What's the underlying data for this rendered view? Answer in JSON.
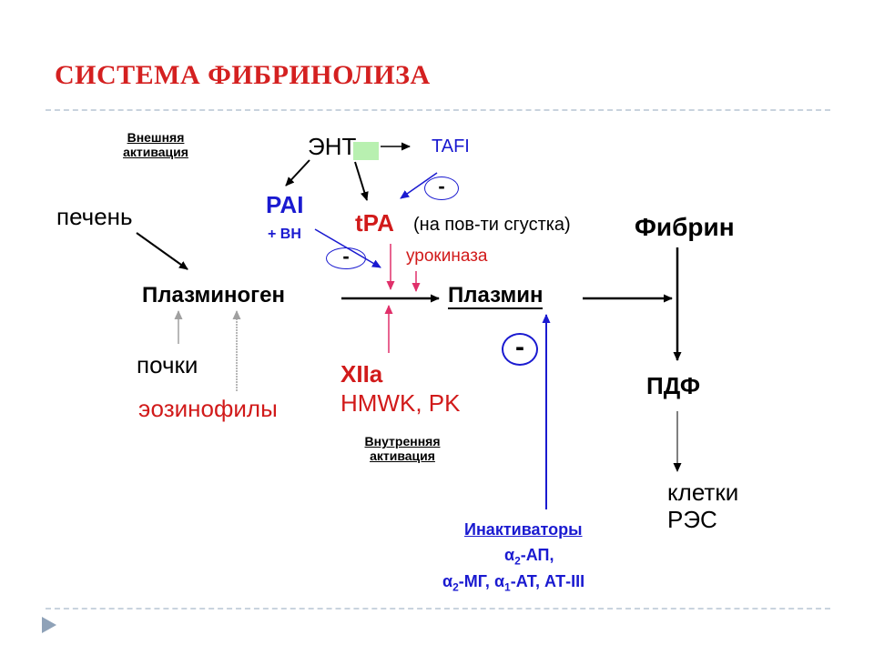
{
  "title": "СИСТЕМА ФИБРИНОЛИЗА",
  "nodes": {
    "ext_activation": [
      "Внешняя",
      "активация"
    ],
    "ent": "ЭНТ",
    "tafi": "TAFI",
    "pai": "PAI",
    "pai_sub": "+ ВН",
    "tpa": "tPA",
    "tpa_note": "(на пов-ти сгустка)",
    "liver": "печень",
    "urokinase": "урокиназа",
    "fibrin": "Фибрин",
    "plasminogen": "Плазминоген",
    "plasmin": "Плазмин",
    "kidneys": "почки",
    "eosinophils": "эозинофилы",
    "xiia": "XIIa",
    "hmwk": "HMWK, PK",
    "pdf": "ПДФ",
    "int_activation": [
      "Внутренняя",
      "активация"
    ],
    "res_cells": [
      "клетки",
      "РЭС"
    ],
    "inactivators": "Инактиваторы",
    "inh_line1": {
      "alpha": "α",
      "sub": "2",
      "rest": "-АП,"
    },
    "inh_line2": {
      "a1": "α",
      "s1": "2",
      "r1": "-МГ, ",
      "a2": "α",
      "s2": "1",
      "r2": "-АТ, АТ-III"
    },
    "minus": "-"
  },
  "colors": {
    "title": "#d42020",
    "red": "#d11a1a",
    "blue": "#1a1ad0",
    "pink": "#e0306a",
    "green_highlight": "#b8f0b0",
    "gray_arrow": "#a0a0a0"
  }
}
